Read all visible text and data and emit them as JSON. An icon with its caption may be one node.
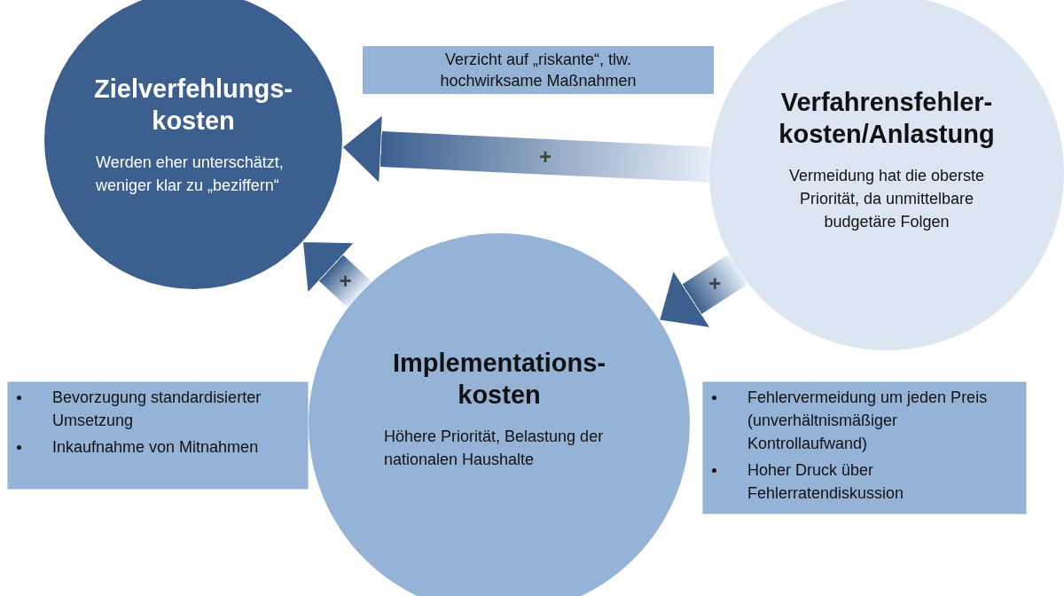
{
  "diagram": {
    "nodes": [
      {
        "text": [
          "Zielverfehlungs- kosten",
          "Werden eher unterschätzt, weniger klar zu „beziffern“"
        ]
      },
      {
        "text": [
          "Verfahrensfehler- kosten/Anlastung",
          "Vermeidung  hat die oberste Priorität, da unmittelbare budgetäre Folgen"
        ]
      },
      {
        "text": [
          "Implementations- kosten",
          "Höhere Priorität, Belastung der nationalen Haushalte"
        ]
      },
      {
        "text": [
          "Verzicht auf „riskante“, tlw. hochwirksame Maßnahmen"
        ]
      },
      {
        "text": [
          "Bevorzugung standardisierter Umsetzung",
          "Inkaufnahme von Mitnahmen"
        ]
      },
      {
        "text": [
          "Fehlervermeidung um jeden Preis (unverhältnismäßiger Kontrollaufwand)",
          "Hoher Druck über Fehlerratendiskussion"
        ]
      }
    ],
    "edges": [
      {
        "from": 1,
        "to": 0,
        "arrow": "to",
        "label": "+",
        "style": "thick"
      },
      {
        "from": 2,
        "to": 0,
        "arrow": "to",
        "label": "+",
        "style": "thick"
      },
      {
        "from": 1,
        "to": 2,
        "arrow": "to",
        "label": "+",
        "style": "thick"
      }
    ]
  }
}
